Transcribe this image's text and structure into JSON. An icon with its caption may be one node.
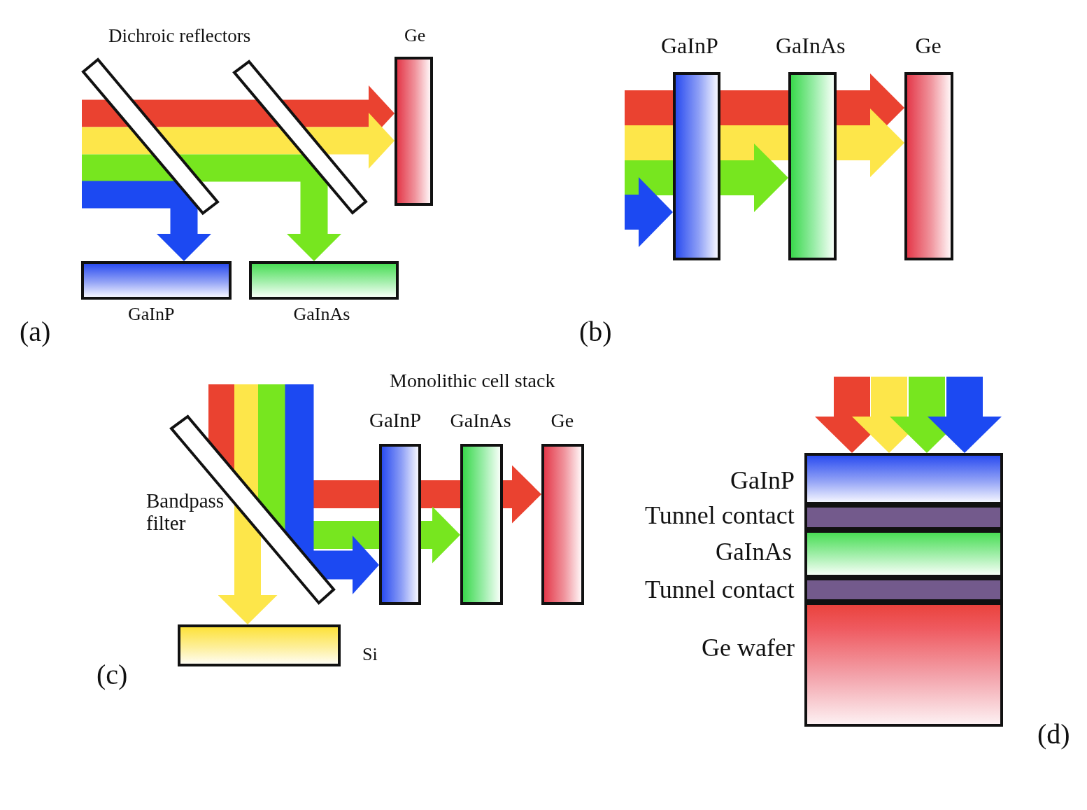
{
  "diagram": {
    "nodes": [
      {
        "text": [],
        "shape": "bar"
      },
      {
        "text": [],
        "shape": "bar"
      },
      {
        "text": [
          "Ge"
        ]
      },
      {
        "text": [
          "GaInP"
        ]
      },
      {
        "text": [
          "GaInAs"
        ]
      },
      {
        "text": [
          "GaInP"
        ]
      },
      {
        "text": [
          "GaInAs"
        ]
      },
      {
        "text": [
          "Ge"
        ]
      },
      {
        "text": [
          "Bandpass filter"
        ]
      },
      {
        "text": [
          "GaInP"
        ]
      },
      {
        "text": [
          "GaInAs"
        ]
      },
      {
        "text": [
          "Ge"
        ]
      },
      {
        "text": [
          "Si"
        ]
      },
      {
        "text": [
          "GaInP"
        ]
      },
      {
        "text": [
          "Tunnel contact"
        ]
      },
      {
        "text": [
          "GaInAs"
        ]
      },
      {
        "text": [
          "Tunnel contact"
        ]
      },
      {
        "text": [
          "Ge wafer"
        ]
      }
    ],
    "edges": [
      {
        "from": null,
        "to": 2,
        "arrow": "to",
        "color": "#ea4230"
      },
      {
        "from": null,
        "to": 2,
        "arrow": "to",
        "color": "#fde64a"
      },
      {
        "from": null,
        "to": 4,
        "arrow": "to",
        "color": "#77e61f"
      },
      {
        "from": null,
        "to": 3,
        "arrow": "to",
        "color": "#1c49f2"
      },
      {
        "from": null,
        "to": 7,
        "arrow": "to",
        "color": "#ea4230"
      },
      {
        "from": null,
        "to": 7,
        "arrow": "to",
        "color": "#fde64a"
      },
      {
        "from": null,
        "to": 6,
        "arrow": "to",
        "color": "#77e61f"
      },
      {
        "from": null,
        "to": 5,
        "arrow": "to",
        "color": "#1c49f2"
      },
      {
        "from": null,
        "to": 11,
        "arrow": "to",
        "color": "#ea4230"
      },
      {
        "from": null,
        "to": 12,
        "arrow": "to",
        "color": "#fde64a"
      },
      {
        "from": null,
        "to": 10,
        "arrow": "to",
        "color": "#77e61f"
      },
      {
        "from": null,
        "to": 9,
        "arrow": "to",
        "color": "#1c49f2"
      },
      {
        "from": null,
        "to": 13,
        "arrow": "to",
        "color": "#ea4230"
      },
      {
        "from": null,
        "to": 13,
        "arrow": "to",
        "color": "#fde64a"
      },
      {
        "from": null,
        "to": 13,
        "arrow": "to",
        "color": "#77e61f"
      },
      {
        "from": null,
        "to": 13,
        "arrow": "to",
        "color": "#1c49f2"
      }
    ],
    "labels": [
      "Dichroic reflectors",
      "(a)",
      "(b)",
      "Monolithic cell stack",
      "(c)",
      "(d)"
    ]
  }
}
